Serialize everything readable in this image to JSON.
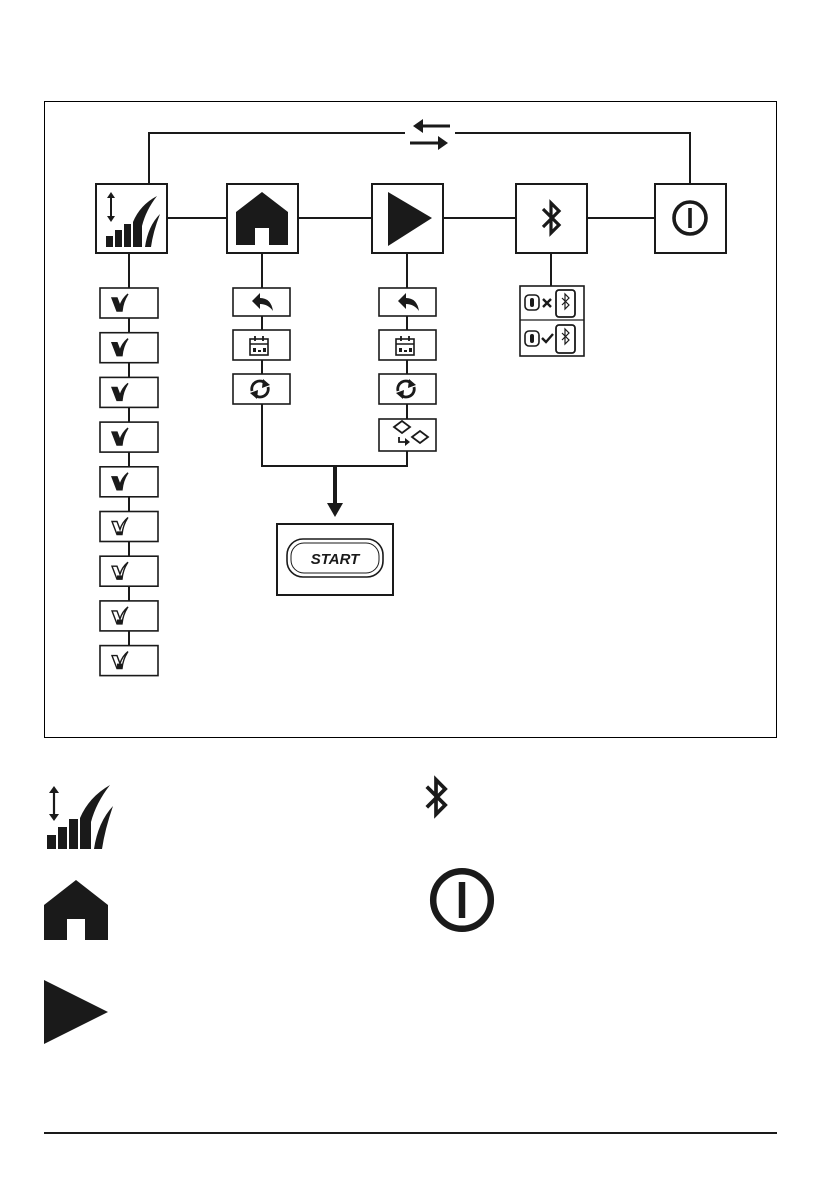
{
  "diagram": {
    "menu": [
      {
        "key": "height",
        "icon": "cutting-height-icon"
      },
      {
        "key": "home",
        "icon": "home-icon"
      },
      {
        "key": "start",
        "icon": "play-icon"
      },
      {
        "key": "bluetooth",
        "icon": "bluetooth-icon"
      },
      {
        "key": "power",
        "icon": "power-icon"
      }
    ],
    "top_link_icon": "switch-arrows-icon",
    "height_levels": 9,
    "home_submenu_icons": [
      "return-arrow-icon",
      "schedule-icon",
      "repeat-icon"
    ],
    "start_submenu_icons": [
      "return-arrow-icon",
      "schedule-icon",
      "repeat-icon",
      "area-switch-icon"
    ],
    "bluetooth_submenu_icons": [
      "pairing-cancel-icon",
      "pairing-confirm-icon"
    ],
    "start_button_label": "START"
  },
  "legend": [
    {
      "key": "height",
      "icon": "cutting-height-icon"
    },
    {
      "key": "bluetooth",
      "icon": "bluetooth-icon"
    },
    {
      "key": "home",
      "icon": "home-icon"
    },
    {
      "key": "power",
      "icon": "power-icon"
    },
    {
      "key": "start",
      "icon": "play-icon"
    }
  ],
  "colors": {
    "ink": "#1a1a1a",
    "background": "#ffffff"
  }
}
